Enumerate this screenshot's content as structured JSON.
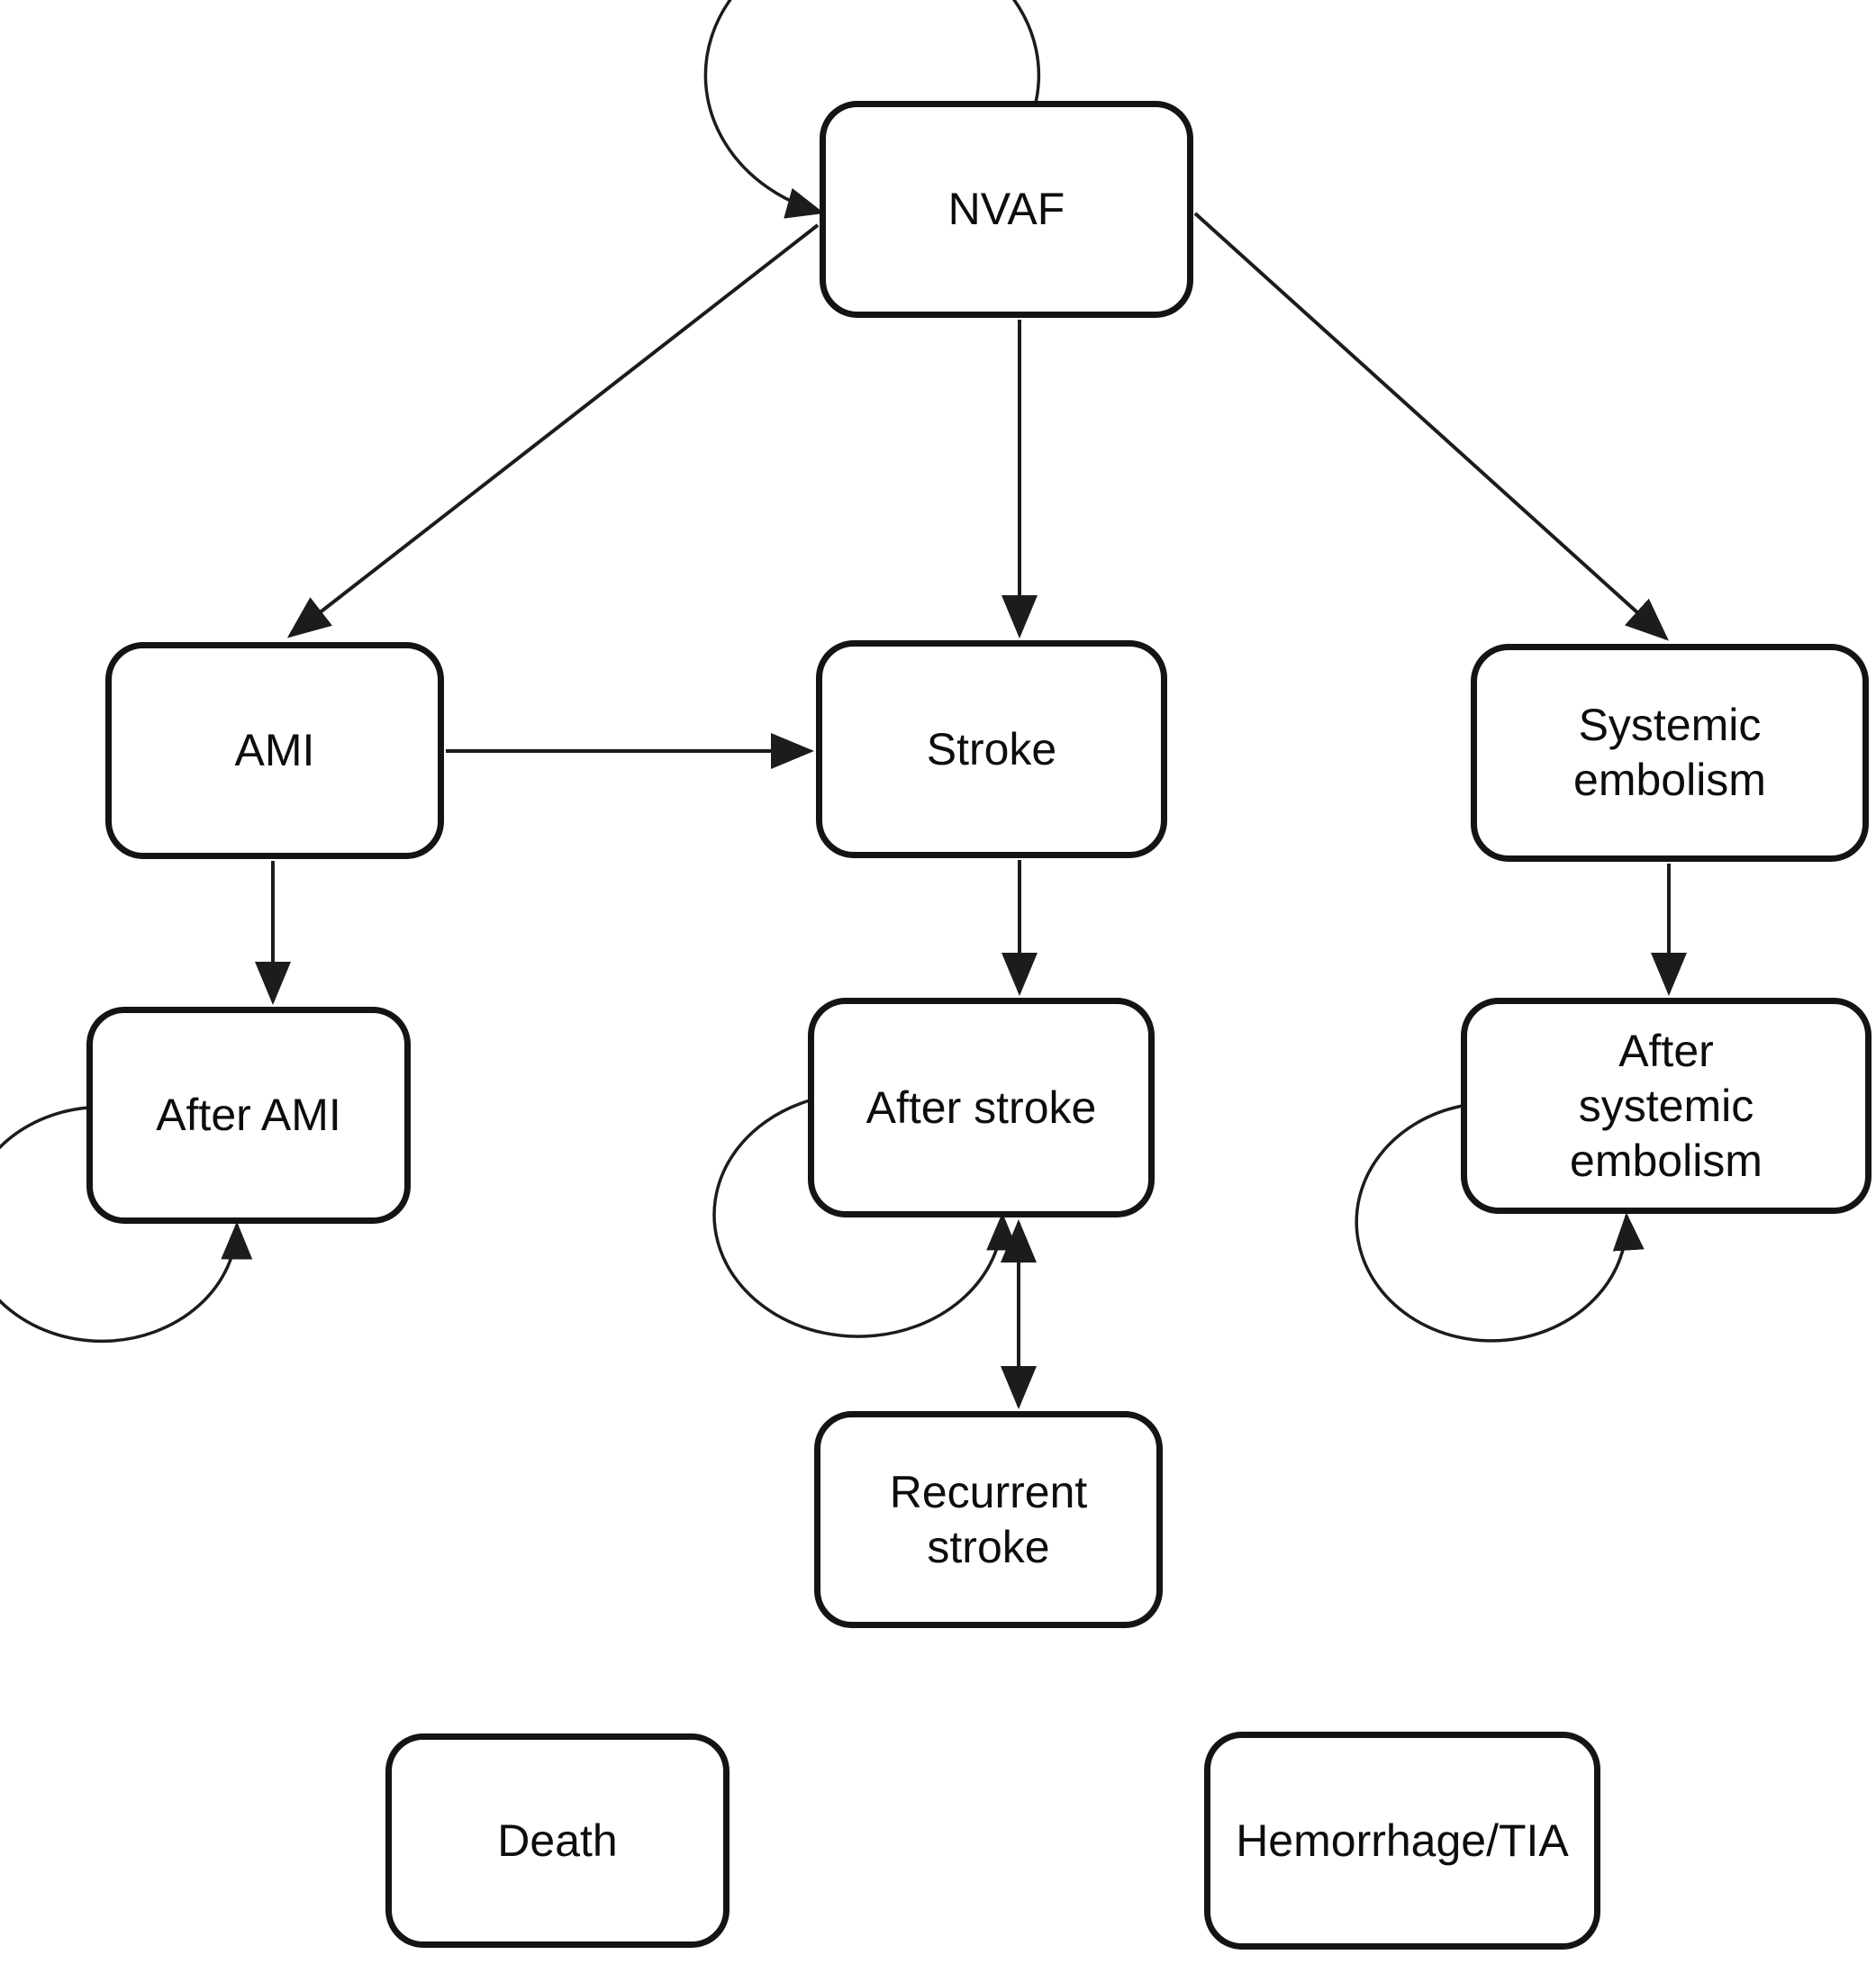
{
  "diagram": {
    "type": "state-transition-diagram",
    "nodes": {
      "nvaf": {
        "label": "NVAF"
      },
      "ami": {
        "label": "AMI"
      },
      "stroke": {
        "label": "Stroke"
      },
      "systemic_embolism": {
        "label": "Systemic\nembolism"
      },
      "after_ami": {
        "label": "After AMI"
      },
      "after_stroke": {
        "label": "After stroke"
      },
      "after_systemic_embolism": {
        "label": "After\nsystemic\nembolism"
      },
      "recurrent_stroke": {
        "label": "Recurrent\nstroke"
      },
      "death": {
        "label": "Death"
      },
      "hemorrhage_tia": {
        "label": "Hemorrhage/TIA"
      }
    },
    "edges": [
      {
        "from": "nvaf",
        "to": "nvaf",
        "type": "self-loop"
      },
      {
        "from": "nvaf",
        "to": "ami",
        "type": "arrow"
      },
      {
        "from": "nvaf",
        "to": "stroke",
        "type": "arrow"
      },
      {
        "from": "nvaf",
        "to": "systemic_embolism",
        "type": "arrow"
      },
      {
        "from": "ami",
        "to": "stroke",
        "type": "arrow"
      },
      {
        "from": "ami",
        "to": "after_ami",
        "type": "arrow"
      },
      {
        "from": "stroke",
        "to": "after_stroke",
        "type": "arrow"
      },
      {
        "from": "systemic_embolism",
        "to": "after_systemic_embolism",
        "type": "arrow"
      },
      {
        "from": "after_ami",
        "to": "after_ami",
        "type": "self-loop"
      },
      {
        "from": "after_stroke",
        "to": "after_stroke",
        "type": "self-loop"
      },
      {
        "from": "after_systemic_embolism",
        "to": "after_systemic_embolism",
        "type": "self-loop"
      },
      {
        "from": "after_stroke",
        "to": "recurrent_stroke",
        "type": "double-arrow"
      }
    ],
    "colors": {
      "line": "#1c1c1c",
      "box_border": "#141414",
      "box_fill": "#ffffff",
      "text": "#0d0d0d",
      "background": "#ffffff"
    }
  }
}
